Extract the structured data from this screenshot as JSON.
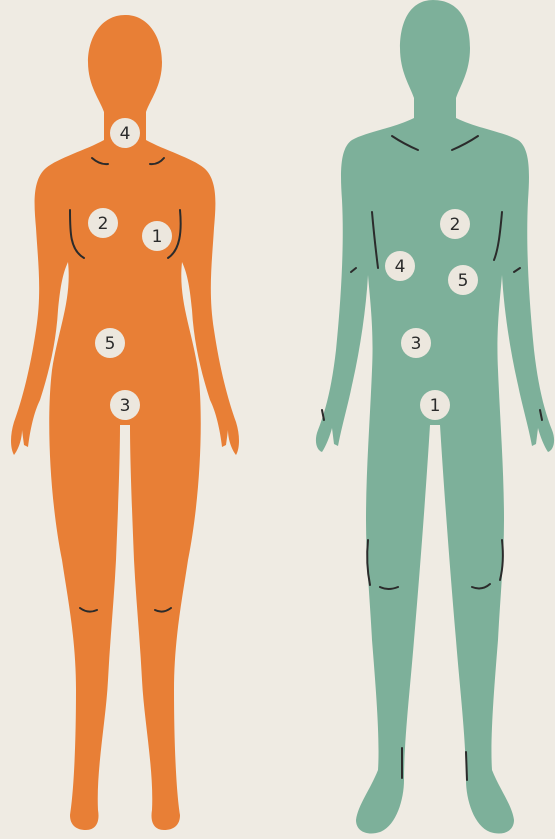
{
  "colors": {
    "background": "#efebe3",
    "female_body": "#e87f36",
    "male_body": "#7db09a",
    "marker_fill": "#ece7de",
    "line": "#2b2b2b"
  },
  "figures": [
    {
      "id": "female",
      "markers": [
        {
          "label": "1"
        },
        {
          "label": "2"
        },
        {
          "label": "3"
        },
        {
          "label": "4"
        },
        {
          "label": "5"
        }
      ]
    },
    {
      "id": "male",
      "markers": [
        {
          "label": "1"
        },
        {
          "label": "2"
        },
        {
          "label": "3"
        },
        {
          "label": "4"
        },
        {
          "label": "5"
        }
      ]
    }
  ]
}
